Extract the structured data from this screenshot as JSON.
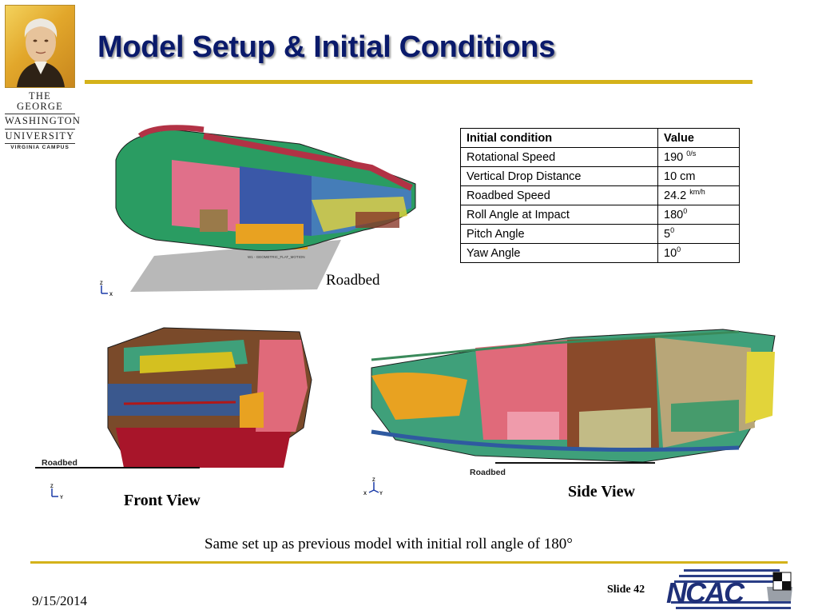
{
  "slide": {
    "title": "Model Setup & Initial Conditions",
    "date": "9/15/2014",
    "slide_number": "Slide 42",
    "caption": "Same set up as previous model with initial roll angle of 180°",
    "logo_right_text": "NCAC"
  },
  "university": {
    "line1": "THE GEORGE",
    "line2": "WASHINGTON",
    "line3": "UNIVERSITY",
    "line4": "VIRGINIA CAMPUS"
  },
  "table": {
    "headers": [
      "Initial condition",
      "Value"
    ],
    "rows": [
      {
        "label": "Rotational Speed",
        "value": "190",
        "unit": "0/s"
      },
      {
        "label": "Vertical Drop Distance",
        "value": "10 cm",
        "unit": ""
      },
      {
        "label": "Roadbed Speed",
        "value": "24.2",
        "unit": "km/h"
      },
      {
        "label": "Roll Angle at Impact",
        "value": "180",
        "unit": "0"
      },
      {
        "label": "Pitch Angle",
        "value": "5",
        "unit": "0"
      },
      {
        "label": "Yaw Angle",
        "value": "10",
        "unit": "0"
      }
    ]
  },
  "figures": {
    "iso_roadbed_label": "Roadbed",
    "iso_plane_label": "W1 - GEOMETRIC_FLAT_MOTION",
    "front_view_label": "Front View",
    "front_roadbed_label": "Roadbed",
    "side_view_label": "Side View",
    "side_roadbed_label": "Roadbed"
  },
  "axes": {
    "iso": {
      "up": "Z",
      "right": "X"
    },
    "front": {
      "up": "Z",
      "right": "Y"
    },
    "side": {
      "up": "Z",
      "left": "X",
      "right": "Y"
    }
  }
}
